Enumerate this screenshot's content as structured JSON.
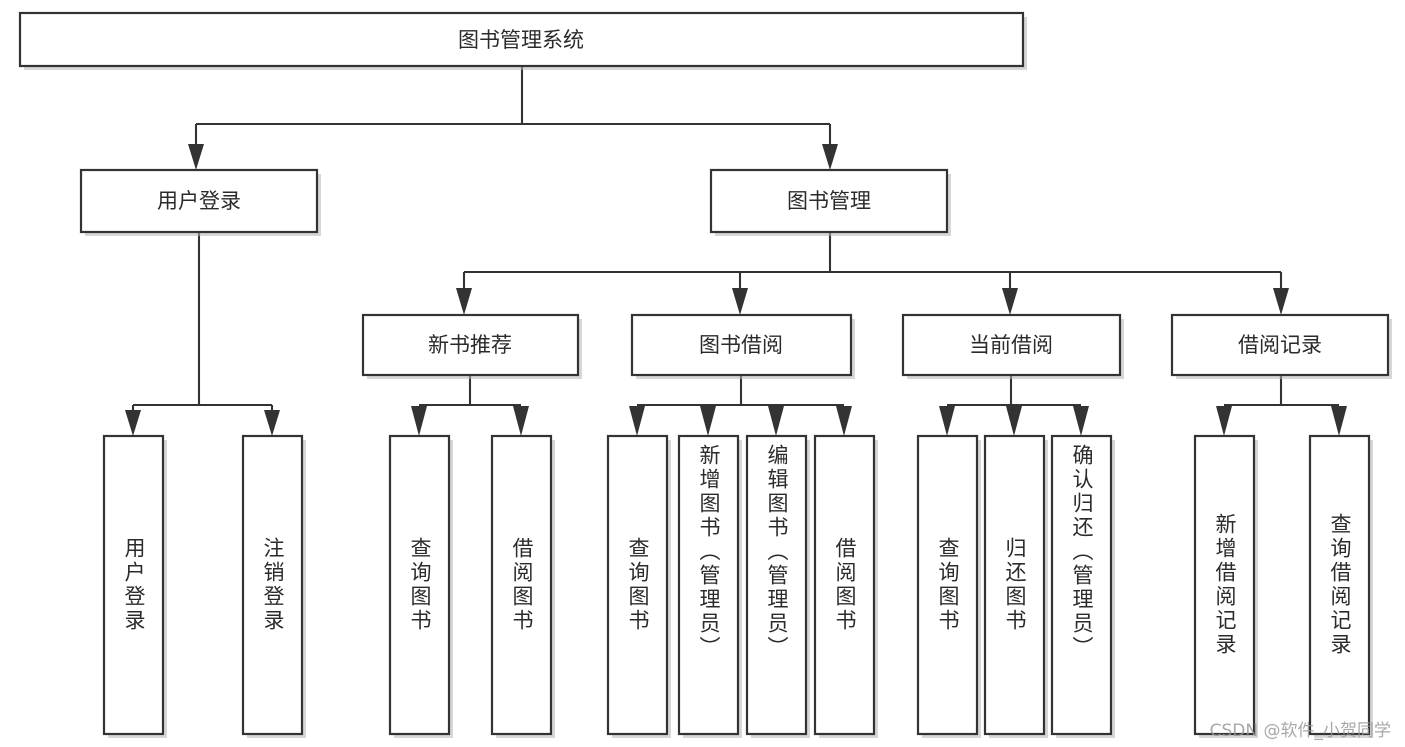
{
  "diagram": {
    "type": "tree-hierarchy-diagram",
    "title": "图书管理系统",
    "orientation": "top-down",
    "colors": {
      "box_fill": "#ffffff",
      "box_stroke": "#333333",
      "text": "#2b2b2b",
      "background": "#ffffff",
      "watermark": "#9a9a9a"
    }
  },
  "root": {
    "label": "图书管理系统"
  },
  "level2": [
    {
      "label": "用户登录"
    },
    {
      "label": "图书管理"
    }
  ],
  "level3": [
    {
      "label": "新书推荐"
    },
    {
      "label": "图书借阅"
    },
    {
      "label": "当前借阅"
    },
    {
      "label": "借阅记录"
    }
  ],
  "leaves": {
    "user_login": [
      {
        "label": "用户登录"
      },
      {
        "label": "注销登录"
      }
    ],
    "new_book_recommend": [
      {
        "label": "查询图书"
      },
      {
        "label": "借阅图书"
      }
    ],
    "book_borrow": [
      {
        "label": "查询图书"
      },
      {
        "label": "新增图书（管理员）"
      },
      {
        "label": "编辑图书（管理员）"
      },
      {
        "label": "借阅图书"
      }
    ],
    "current_borrow": [
      {
        "label": "查询图书"
      },
      {
        "label": "归还图书"
      },
      {
        "label": "确认归还（管理员）"
      }
    ],
    "borrow_record": [
      {
        "label": "新增借阅记录"
      },
      {
        "label": "查询借阅记录"
      }
    ]
  },
  "watermark": {
    "text": "CSDN @软件_小贺同学"
  }
}
